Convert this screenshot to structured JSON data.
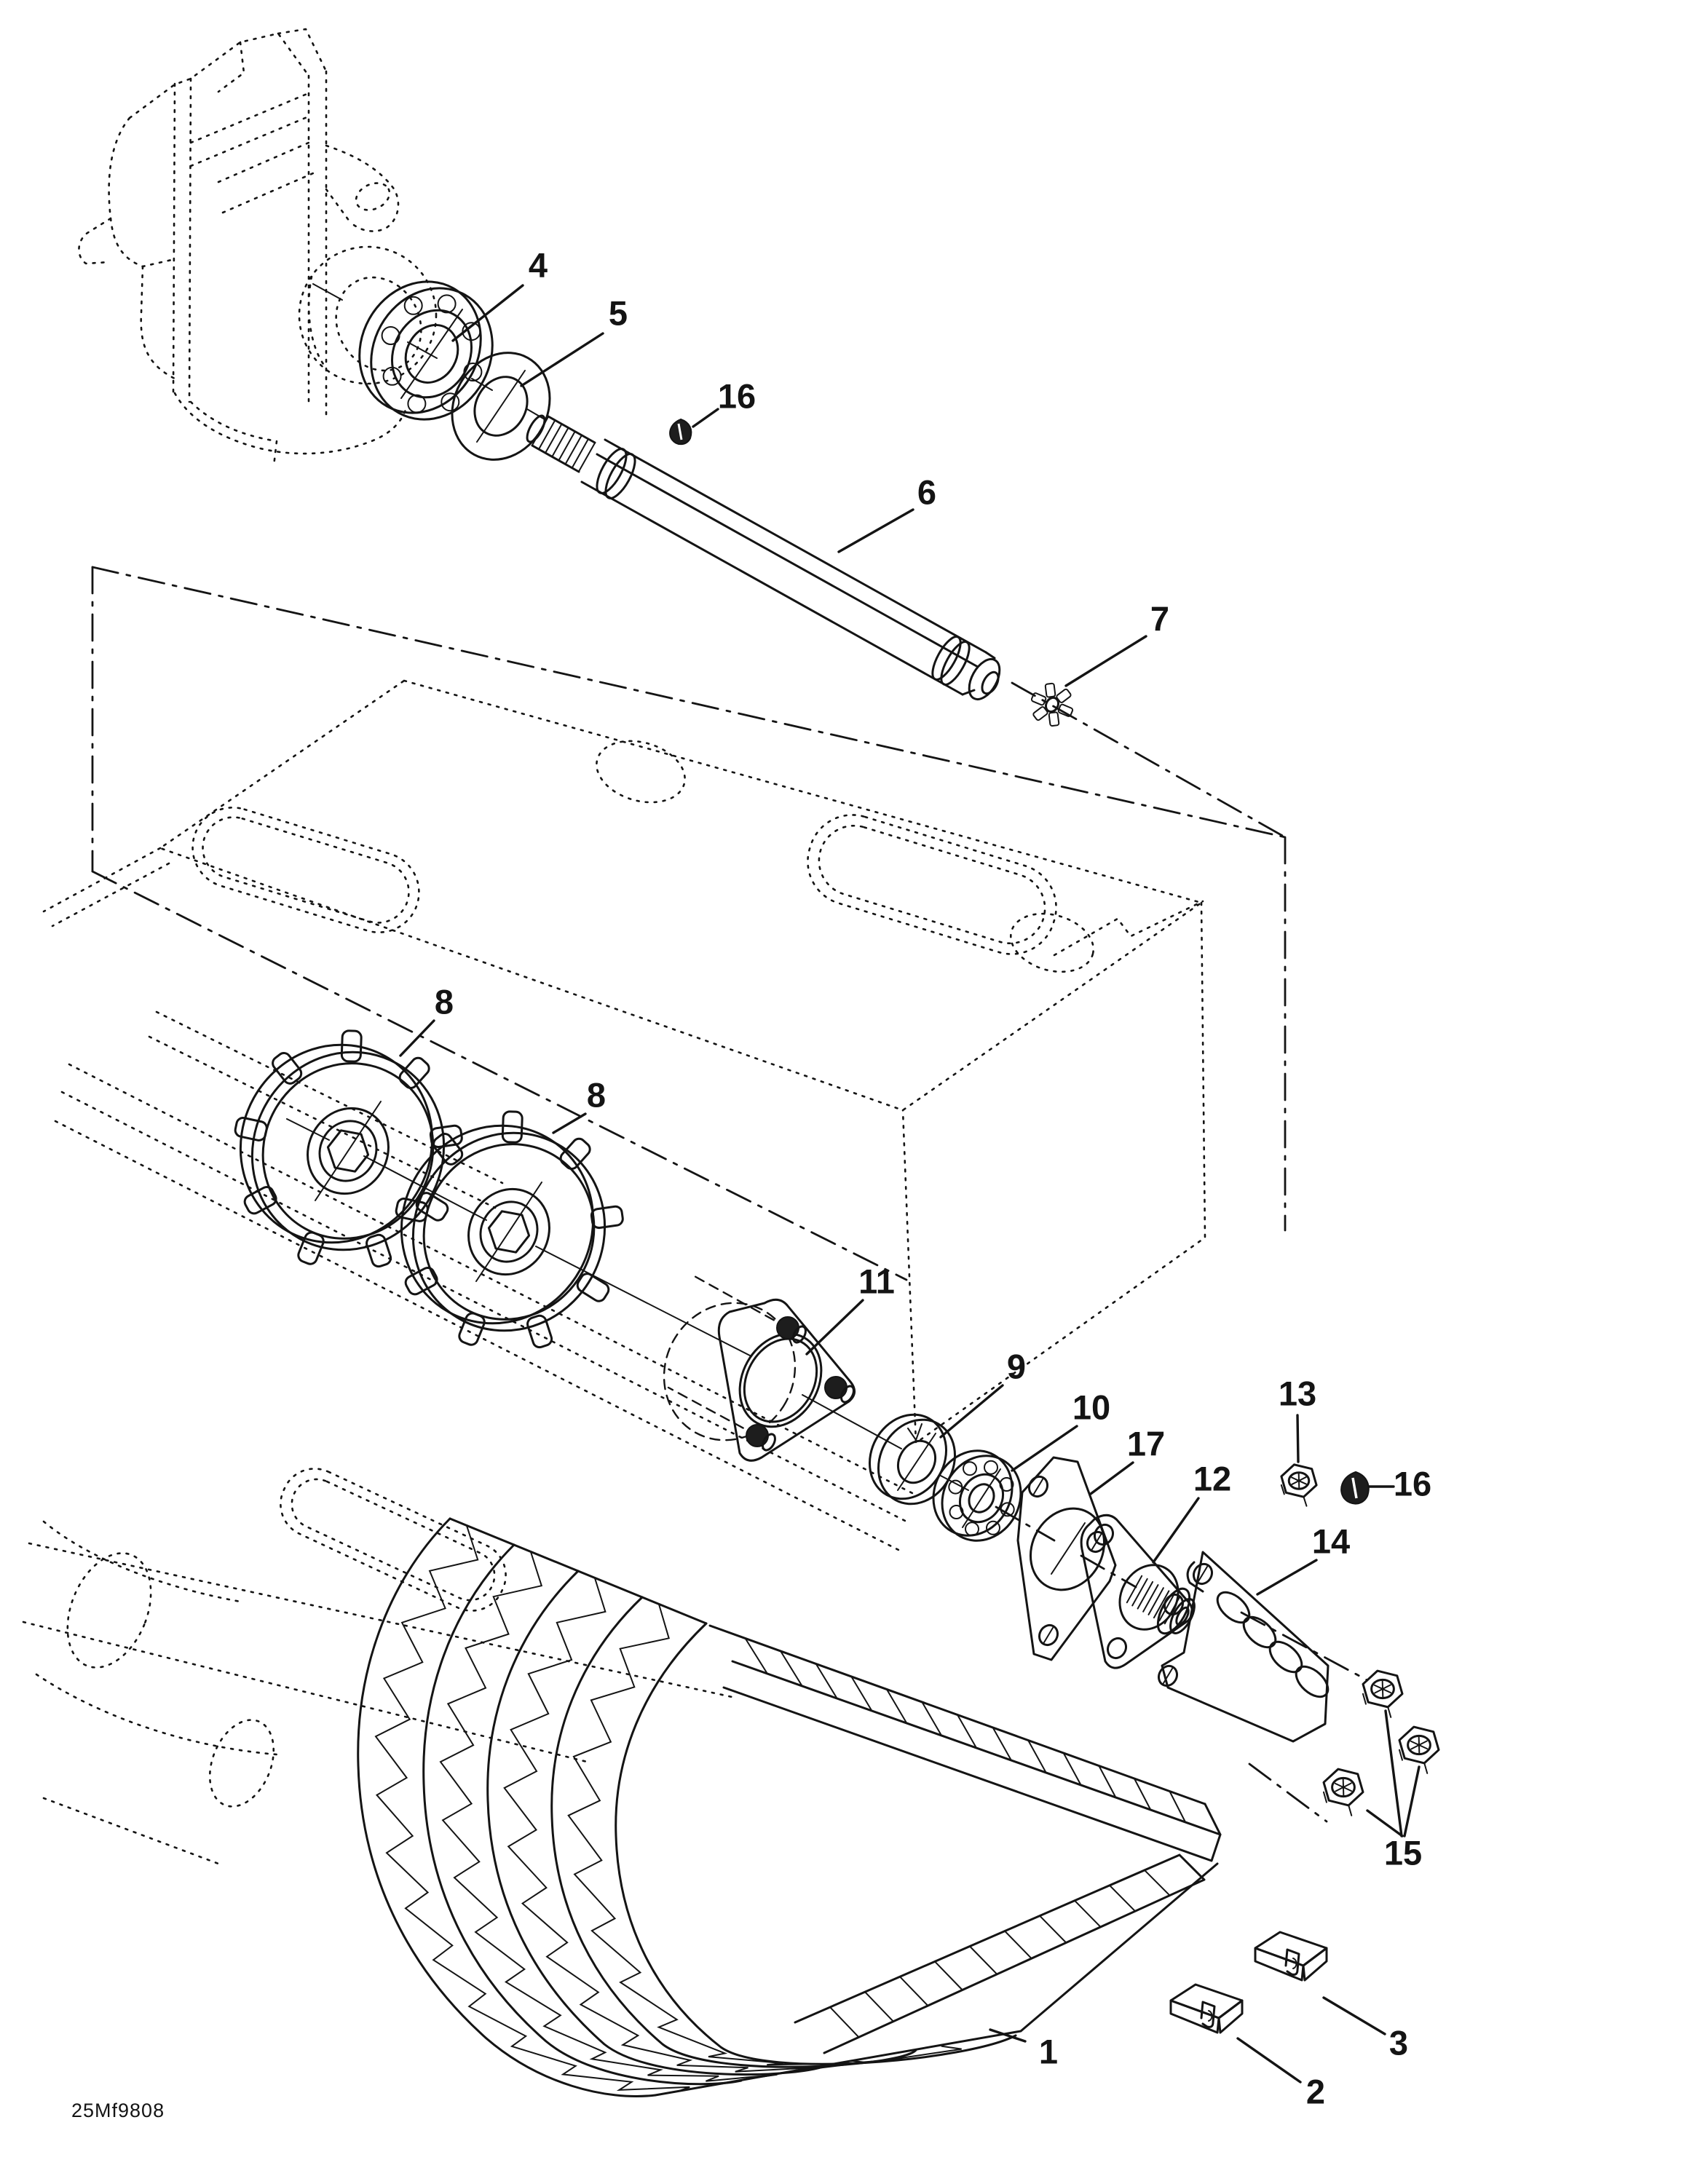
{
  "diagram": {
    "footer_code": "25Mf9808",
    "ink_color": "#141414",
    "paper_color": "#ffffff",
    "callouts": [
      "1",
      "2",
      "3",
      "4",
      "5",
      "6",
      "7",
      "8",
      "8",
      "9",
      "10",
      "11",
      "12",
      "13",
      "14",
      "15",
      "16",
      "16",
      "17"
    ]
  }
}
